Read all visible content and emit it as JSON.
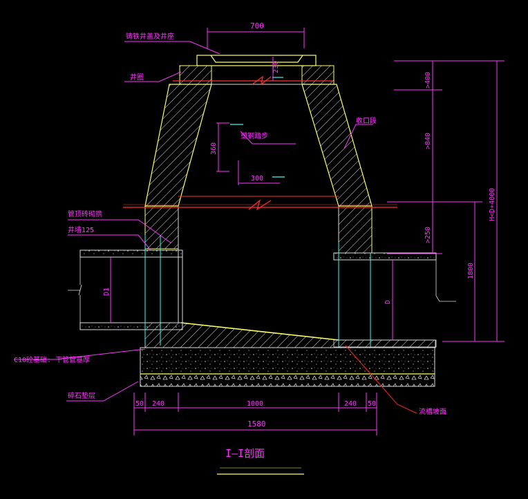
{
  "title": "I—I剖面",
  "colors": {
    "background": "#000000",
    "wall": "#ffff66",
    "hatch": "#d9d9d9",
    "dimension": "#ff33ff",
    "leader": "#ff2020",
    "pipe": "#33ffee",
    "text_main": "#ff33ff"
  },
  "labels": {
    "cover": "铸铁井盖及井座",
    "well_ring": "井圈",
    "ladder": "塑钢踏步",
    "reducer": "收口段",
    "pipe_collar": "管顶砖砌拱",
    "wall_thickness": "井墙125",
    "base": "C10砼基础: 干管管基厚",
    "gravel": "碎石垫层",
    "channel": "流槽坡面"
  },
  "dimensions": {
    "cover_width": "700",
    "ring_height": "230",
    "step_height": "360",
    "step_width": "300",
    "top_section": ">400",
    "cone_section": ">840",
    "chamber_section": ">250",
    "total_height": "H<D+4000",
    "chamber_height": "1800",
    "pipe_left": "D1",
    "pipe_right": "D",
    "left_margin": "50",
    "left_wall": "240",
    "inner_width": "1000",
    "right_wall": "240",
    "right_margin": "50",
    "overall_width": "1580"
  }
}
